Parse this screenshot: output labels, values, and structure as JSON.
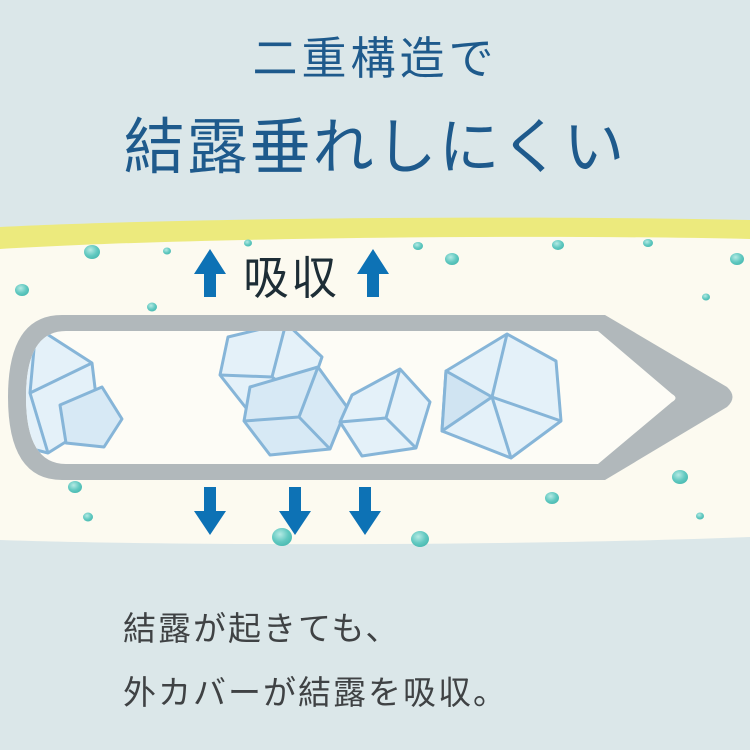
{
  "headline": {
    "line1": "二重構造で",
    "line2": "結露垂れしにくい"
  },
  "diagram": {
    "absorb_label": "吸収",
    "up_arrow_count": 2,
    "down_arrow_count": 3,
    "colors": {
      "background": "#dbe7e9",
      "headline_blue": "#1e5a8c",
      "yellow_strip": "#ecea7d",
      "outer_cover_white": "#fcfaf0",
      "tube_gray": "#b1b8bb",
      "tube_inner_white": "#fdfcf6",
      "ice_fill": "#e4f1f9",
      "ice_stroke": "#86b5d8",
      "droplet_teal": "#4fbfb7",
      "arrow_blue": "#0d72b5"
    }
  },
  "caption": {
    "line1": "結露が起きても、",
    "line2": "外カバーが結露を吸収。"
  }
}
